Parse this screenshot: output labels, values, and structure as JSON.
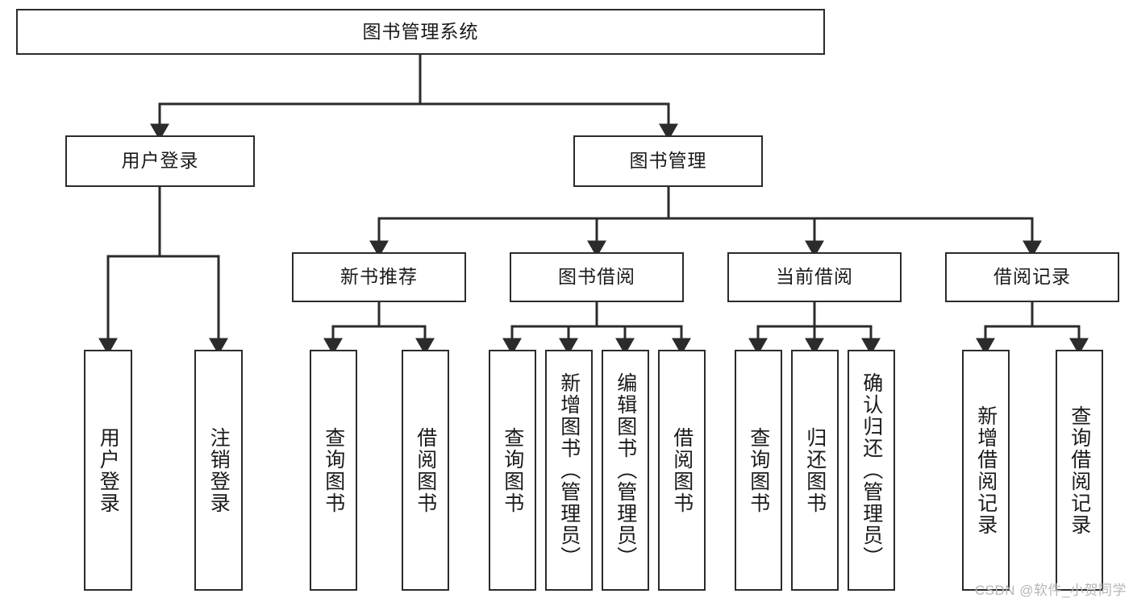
{
  "diagram": {
    "title": "图书管理系统",
    "type": "tree-hierarchy",
    "root": {
      "id": "root",
      "label": "图书管理系统"
    },
    "level1": [
      {
        "id": "user-login",
        "label": "用户登录"
      },
      {
        "id": "book-management",
        "label": "图书管理"
      }
    ],
    "level2": [
      {
        "id": "new-book-recommend",
        "label": "新书推荐",
        "parent": "book-management"
      },
      {
        "id": "book-borrow",
        "label": "图书借阅",
        "parent": "book-management"
      },
      {
        "id": "current-borrow",
        "label": "当前借阅",
        "parent": "book-management"
      },
      {
        "id": "borrow-record",
        "label": "借阅记录",
        "parent": "book-management"
      }
    ],
    "leaves": [
      {
        "id": "leaf-user-login",
        "label": "用户登录",
        "parent": "user-login"
      },
      {
        "id": "leaf-logout-login",
        "label": "注销登录",
        "parent": "user-login"
      },
      {
        "id": "leaf-query-book-1",
        "label": "查询图书",
        "parent": "new-book-recommend"
      },
      {
        "id": "leaf-borrow-book-1",
        "label": "借阅图书",
        "parent": "new-book-recommend"
      },
      {
        "id": "leaf-query-book-2",
        "label": "查询图书",
        "parent": "book-borrow"
      },
      {
        "id": "leaf-add-book",
        "label": "新增图书（管理员）",
        "parent": "book-borrow"
      },
      {
        "id": "leaf-edit-book",
        "label": "编辑图书（管理员）",
        "parent": "book-borrow"
      },
      {
        "id": "leaf-borrow-book-2",
        "label": "借阅图书",
        "parent": "book-borrow"
      },
      {
        "id": "leaf-query-book-3",
        "label": "查询图书",
        "parent": "current-borrow"
      },
      {
        "id": "leaf-return-book",
        "label": "归还图书",
        "parent": "current-borrow"
      },
      {
        "id": "leaf-confirm-return",
        "label": "确认归还（管理员）",
        "parent": "current-borrow"
      },
      {
        "id": "leaf-add-borrow-record",
        "label": "新增借阅记录",
        "parent": "borrow-record"
      },
      {
        "id": "leaf-query-borrow-record",
        "label": "查询借阅记录",
        "parent": "borrow-record"
      }
    ],
    "colors": {
      "stroke": "#2b2b2b",
      "fill": "#ffffff",
      "text": "#1a1a1a",
      "watermark": "#b6b6b6"
    }
  },
  "watermark": {
    "text": "CSDN @软件_小贺同学"
  }
}
